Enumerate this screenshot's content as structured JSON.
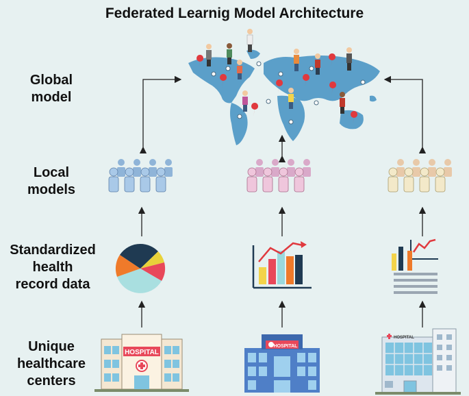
{
  "title": "Federated Learnig Model Architecture",
  "rows": {
    "global": [
      "Global",
      "model"
    ],
    "local": [
      "Local",
      "models"
    ],
    "data": [
      "Standardized",
      "health",
      "record data"
    ],
    "centers": [
      "Unique",
      "healthcare",
      "centers"
    ]
  },
  "hospitals": {
    "left_sign": "HOSPITAL",
    "middle_sign": "HOSPITAL",
    "right_sign": "HOSPITAL"
  },
  "icons": {
    "map": "world-map-icon",
    "people": "people-group-icon",
    "pie": "pie-chart-icon",
    "bar": "bar-chart-icon",
    "report": "report-chart-icon",
    "hospital": "hospital-building-icon"
  },
  "colors": {
    "background": "#e7f1f1",
    "map": "#5b9fc9",
    "arrow": "#222222",
    "pin": "#e0393e"
  }
}
